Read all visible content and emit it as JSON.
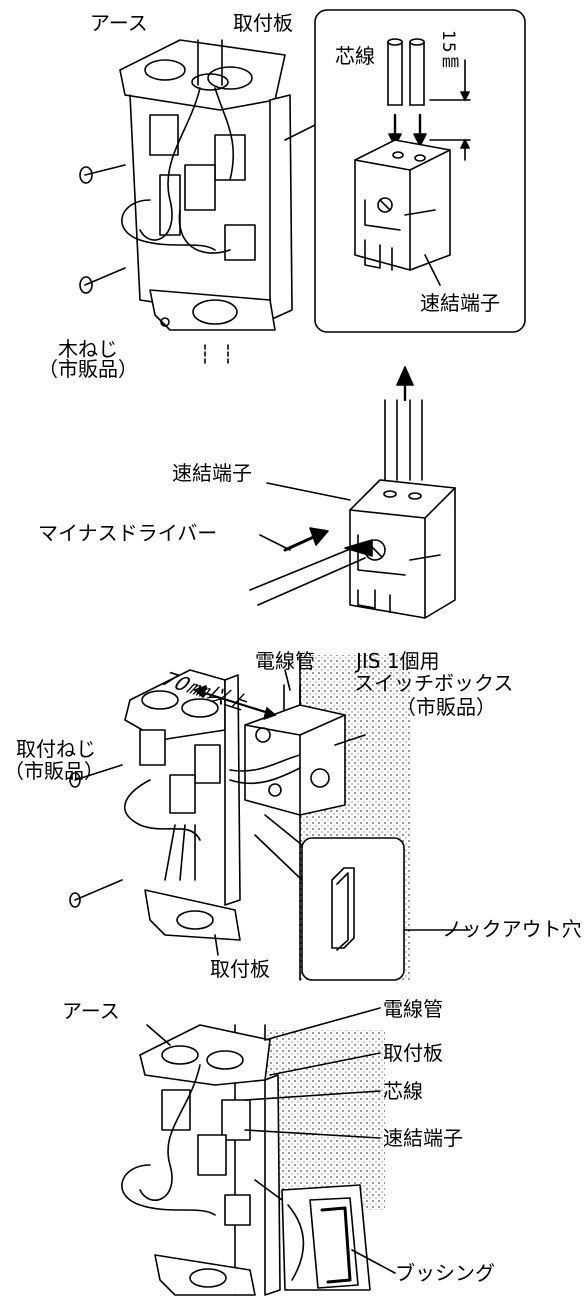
{
  "fig1": {
    "earth": "アース",
    "mount_plate": "取付板",
    "core_wire": "芯線",
    "strip_length": "15㎜",
    "quick_terminal": "速結端子",
    "wood_screw_line1": "木ねじ",
    "wood_screw_line2": "（市販品）"
  },
  "fig2": {
    "quick_terminal": "速結端子",
    "screwdriver": "マイナスドライバー"
  },
  "fig3": {
    "conduit": "電線管",
    "distance": "70㎜以上",
    "switchbox_line1": "JIS 1個用",
    "switchbox_line2": "スイッチボックス",
    "switchbox_line3": "（市販品）",
    "mount_screw_line1": "取付ねじ",
    "mount_screw_line2": "（市販品）",
    "knockout": "ノックアウト穴",
    "mount_plate": "取付板"
  },
  "fig4": {
    "earth": "アース",
    "conduit": "電線管",
    "mount_plate": "取付板",
    "core_wire": "芯線",
    "quick_terminal": "速結端子",
    "bushing": "ブッシング"
  }
}
